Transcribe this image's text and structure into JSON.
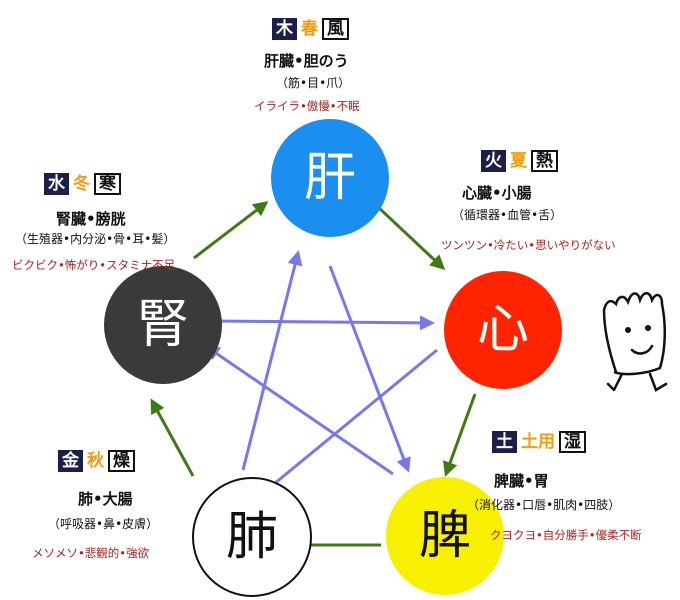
{
  "elements": {
    "wood": {
      "char": "肝",
      "element": "木",
      "season": "春",
      "climate": "風",
      "organs": "肝臓•胆のう",
      "sub": "（筋•目•爪）",
      "emotions": "イライラ•傲慢•不眠",
      "color": "#1a8ff0"
    },
    "fire": {
      "char": "心",
      "element": "火",
      "season": "夏",
      "climate": "熱",
      "organs": "心臓•小腸",
      "sub": "（循環器•血管•舌）",
      "emotions": "ツンツン•冷たい•思いやりがない",
      "color": "#ff2400"
    },
    "earth": {
      "char": "脾",
      "element": "土",
      "season": "土用",
      "climate": "湿",
      "organs": "脾臓•胃",
      "sub": "（消化器•口唇•肌肉•四肢）",
      "emotions": "クヨクヨ•自分勝手•優柔不断",
      "color": "#f7f000"
    },
    "metal": {
      "char": "肺",
      "element": "金",
      "season": "秋",
      "climate": "燥",
      "organs": "肺•大腸",
      "sub": "（呼吸器•鼻•皮膚）",
      "emotions": "メソメソ•悲観的•強欲",
      "color": "#ffffff"
    },
    "water": {
      "char": "腎",
      "element": "水",
      "season": "冬",
      "climate": "寒",
      "organs": "腎臓•膀胱",
      "sub": "（生殖器•内分泌•骨•耳•髪）",
      "emotions": "ビクビク•怖がり•スタミナ不足",
      "color": "#3a3a3a"
    }
  },
  "colors": {
    "generating_arrow": "#3f7a12",
    "controlling_arrow": "#7777ee",
    "element_tag_bg": "#1b1f4a",
    "season_text": "#f39a10",
    "emotion_text": "#b02020"
  },
  "icons": {
    "character": "cartoon-face-icon"
  }
}
